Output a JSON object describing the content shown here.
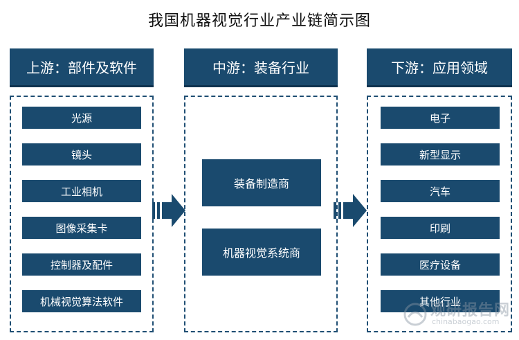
{
  "title": "我国机器视觉行业产业链简示图",
  "upstream": {
    "header": "上游：部件及软件",
    "items": [
      "光源",
      "镜头",
      "工业相机",
      "图像采集卡",
      "控制器及配件",
      "机械视觉算法软件"
    ]
  },
  "midstream": {
    "header": "中游：装备行业",
    "items": [
      "装备制造商",
      "机器视觉系统商"
    ]
  },
  "downstream": {
    "header": "下游：应用领域",
    "items": [
      "电子",
      "新型显示",
      "汽车",
      "印刷",
      "医疗设备",
      "其他行业"
    ]
  },
  "watermark": {
    "cn": "观研报告网",
    "en": "chinabaogao.com"
  },
  "colors": {
    "primary": "#1a4a6e",
    "border": "#1f4e73"
  }
}
